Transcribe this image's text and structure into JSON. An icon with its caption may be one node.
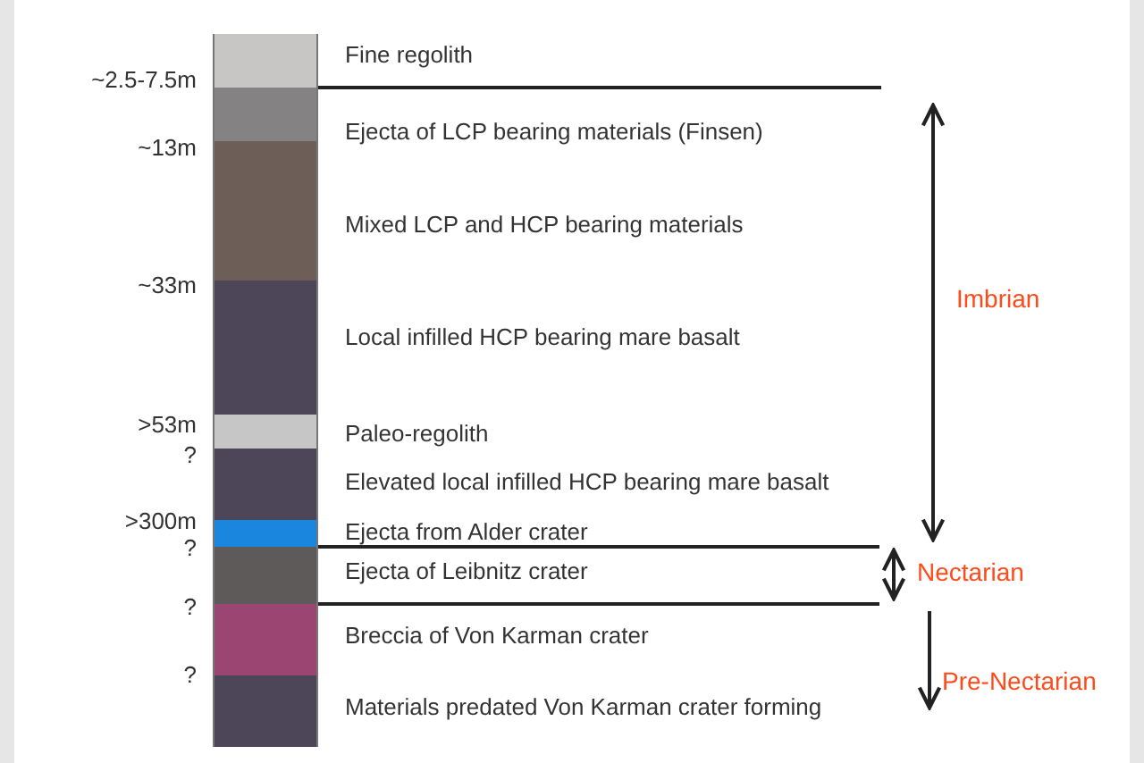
{
  "diagram": {
    "nodes": [
      {
        "text": [],
        "shape": "bar",
        "beside": [
          "Fine regolith"
        ]
      },
      {
        "text": [],
        "shape": "bar",
        "beside": [
          "Ejecta of LCP bearing materials (Finsen)"
        ]
      },
      {
        "text": [],
        "shape": "bar",
        "beside": [
          "Mixed LCP and HCP bearing materials"
        ]
      },
      {
        "text": [],
        "shape": "bar",
        "beside": [
          "Local infilled HCP bearing mare basalt"
        ]
      },
      {
        "text": [],
        "shape": "bar",
        "beside": [
          "Paleo-regolith"
        ]
      },
      {
        "text": [],
        "shape": "bar",
        "beside": [
          "Elevated local infilled HCP bearing mare basalt"
        ]
      },
      {
        "text": [],
        "shape": "bar",
        "beside": [
          "Ejecta from Alder crater"
        ]
      },
      {
        "text": [],
        "shape": "bar",
        "beside": [
          "Ejecta of Leibnitz crater"
        ]
      },
      {
        "text": [],
        "shape": "bar",
        "beside": [
          "Breccia of Von Karman crater"
        ]
      },
      {
        "text": [],
        "shape": "bar",
        "beside": [
          "Materials predated Von Karman crater forming"
        ]
      }
    ],
    "labels": [
      "~2.5-7.5m",
      "~13m",
      "~33m",
      ">53m",
      "?",
      ">300m",
      "?",
      "?",
      "?",
      "Imbrian",
      "Nectarian",
      "Pre-Nectarian"
    ]
  }
}
